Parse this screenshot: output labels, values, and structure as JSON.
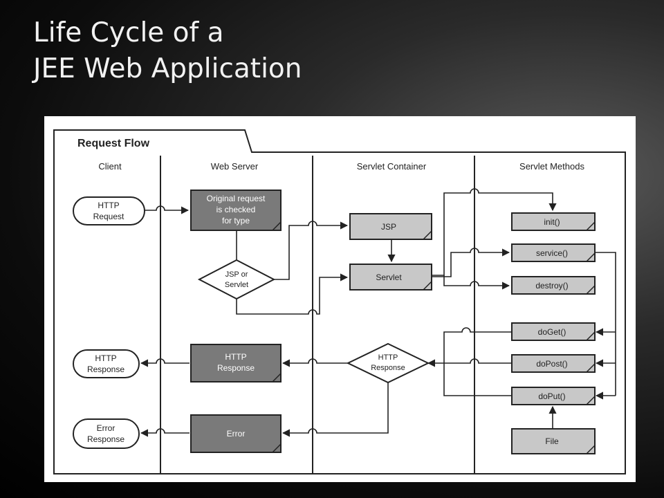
{
  "slide": {
    "title_line1": "Life Cycle of a",
    "title_line2": "JEE Web Application"
  },
  "diagram": {
    "tab_title": "Request Flow",
    "lanes": [
      "Client",
      "Web Server",
      "Servlet Container",
      "Servlet Methods"
    ],
    "nodes": {
      "http_request": [
        "HTTP",
        "Request"
      ],
      "http_response_client": [
        "HTTP",
        "Response"
      ],
      "error_response": [
        "Error",
        "Response"
      ],
      "original_request": [
        "Original request",
        "is checked",
        "for type"
      ],
      "jsp_or_servlet": [
        "JSP or",
        "Servlet"
      ],
      "http_response_server": [
        "HTTP",
        "Response"
      ],
      "error": "Error",
      "jsp": "JSP",
      "servlet": "Servlet",
      "http_response_decision": [
        "HTTP",
        "Response"
      ],
      "init": "init()",
      "service": "service()",
      "destroy": "destroy()",
      "doget": "doGet()",
      "dopost": "doPost()",
      "doput": "doPut()",
      "file": "File"
    }
  }
}
